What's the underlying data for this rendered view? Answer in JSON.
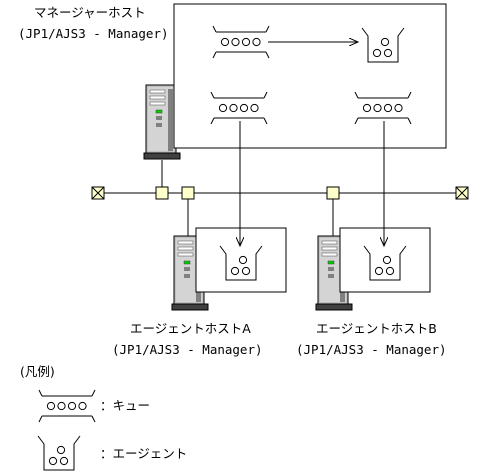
{
  "manager": {
    "name": "マネージャーホスト",
    "sub": "(JP1/AJS3 - Manager)"
  },
  "agent_a": {
    "name": "エージェントホストA",
    "sub": "(JP1/AJS3 - Manager)"
  },
  "agent_b": {
    "name": "エージェントホストB",
    "sub": "(JP1/AJS3 - Manager)"
  },
  "legend": {
    "title": "(凡例)",
    "queue_label": "：キュー",
    "agent_label": "：エージェント"
  },
  "colors": {
    "line": "#000000",
    "node_fill": "#ffffcc",
    "terminator_fill": "#ffffcc",
    "pc_body": "#c0c0c0",
    "pc_dark": "#808080",
    "pc_light": "#e8e8e8",
    "led_green": "#00cc00"
  }
}
